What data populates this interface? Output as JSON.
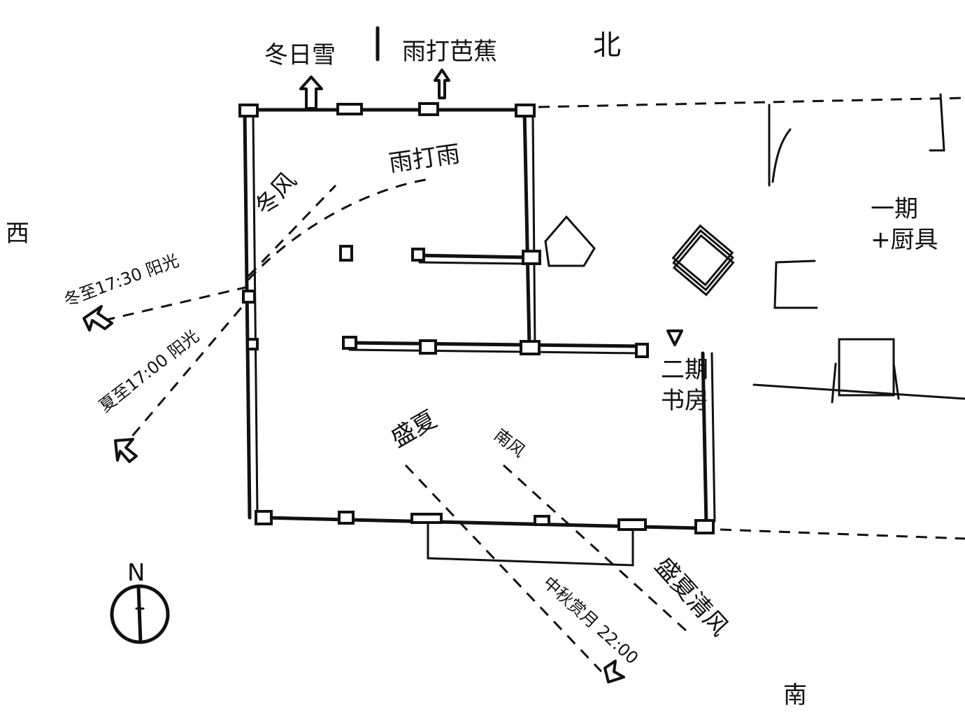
{
  "labels": {
    "north": "北",
    "west": "西",
    "south": "南",
    "north_top_left": "冬日雪",
    "north_top_right": "雨打芭蕉",
    "kitchen": "一期\n+厨具",
    "phase_two": "二期\n书房",
    "rain_drop": "雨打雨",
    "wind": "冬风",
    "sunset_winter": "冬至17:30 阳光",
    "sunset_summer": "夏至17:00 阳光",
    "summer": "盛夏",
    "south_wind": "南风",
    "autumn_moon": "中秋赏月 22:00",
    "cool_breeze": "盛夏清风",
    "compass_n": "N"
  },
  "colors": {
    "ink": "#111111",
    "paper": "#ffffff"
  }
}
